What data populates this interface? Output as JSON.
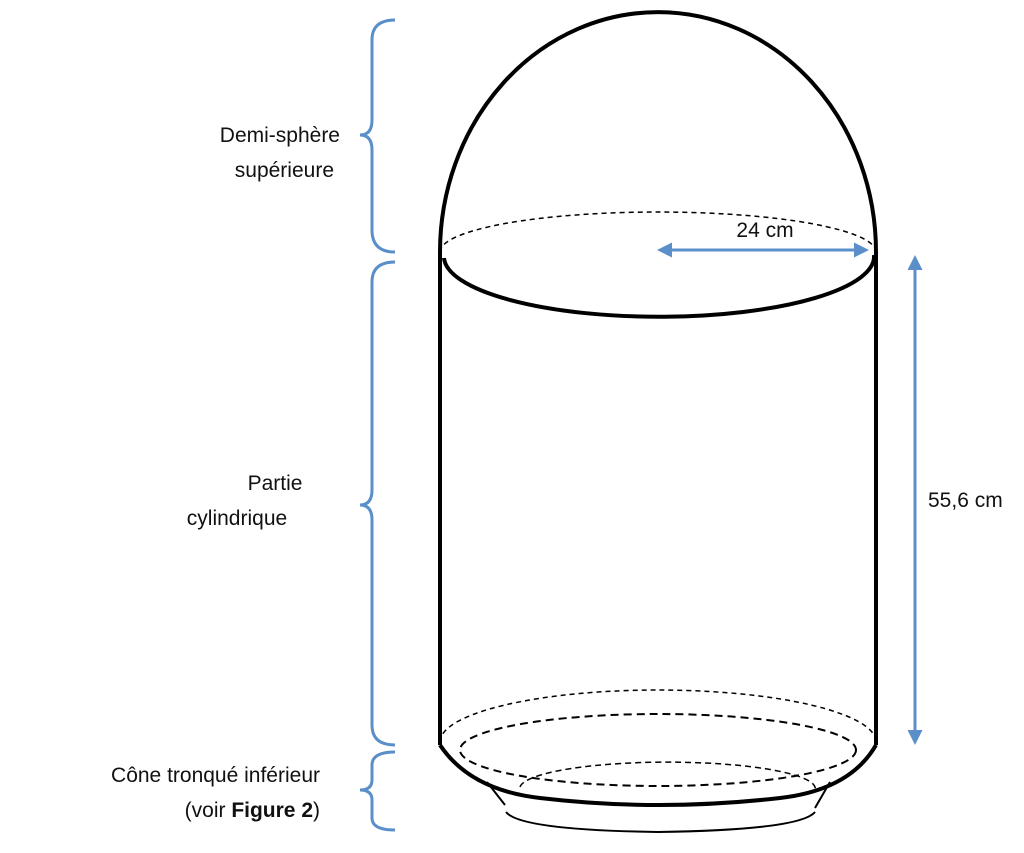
{
  "labels": {
    "hemisphere_line1": "Demi-sphère",
    "hemisphere_line2": "supérieure",
    "cylinder_line1": "Partie",
    "cylinder_line2": "cylindrique",
    "cone_line1": "Cône tronqué inférieur",
    "cone_line2_pre": "(voir ",
    "cone_line2_bold": "Figure 2",
    "cone_line2_post": ")",
    "radius": "24 cm",
    "height": "55,6 cm"
  },
  "colors": {
    "annotation": "#5b8fc9",
    "outline": "#000000"
  }
}
